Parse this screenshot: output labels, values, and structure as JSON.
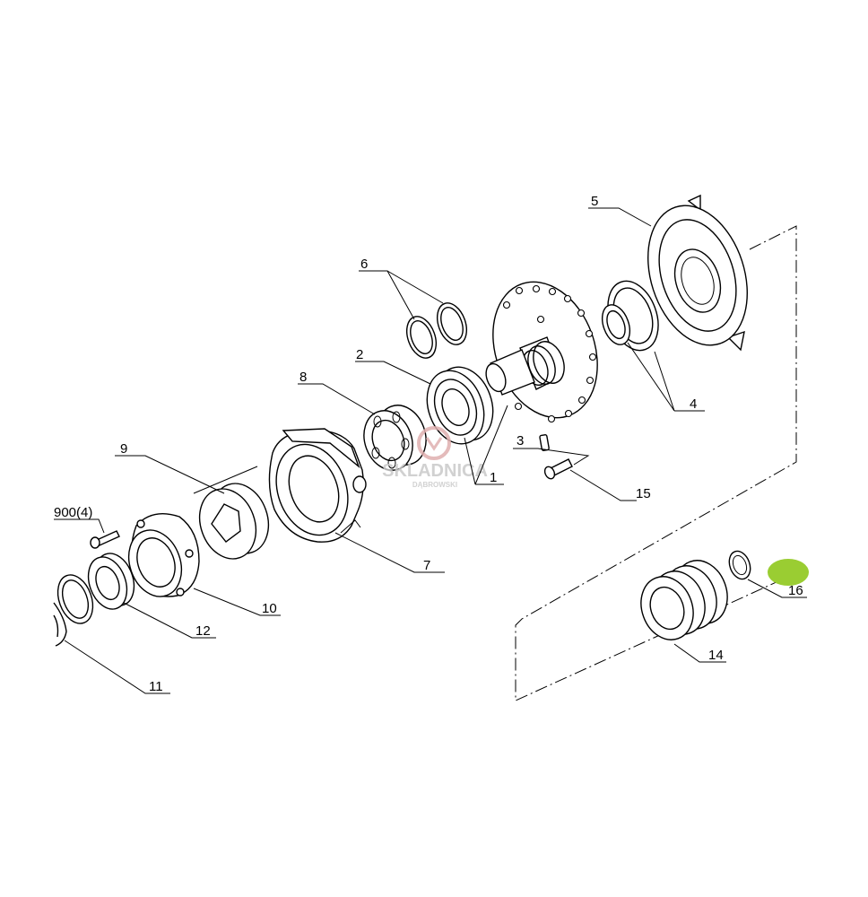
{
  "labels": {
    "p1": "1",
    "p2": "2",
    "p3": "3",
    "p4": "4",
    "p5": "5",
    "p6": "6",
    "p7": "7",
    "p8": "8",
    "p9": "9",
    "p900": "900(4)",
    "p10": "10",
    "p11": "11",
    "p12": "12",
    "p14": "14",
    "p15": "15",
    "p16": "16"
  },
  "watermark": {
    "brand": "SKLADNICA",
    "sub": "DĄBROWSKI"
  },
  "colors": {
    "highlight": "#9acd32",
    "line": "#000000",
    "watermark": "#c9c9c9"
  }
}
